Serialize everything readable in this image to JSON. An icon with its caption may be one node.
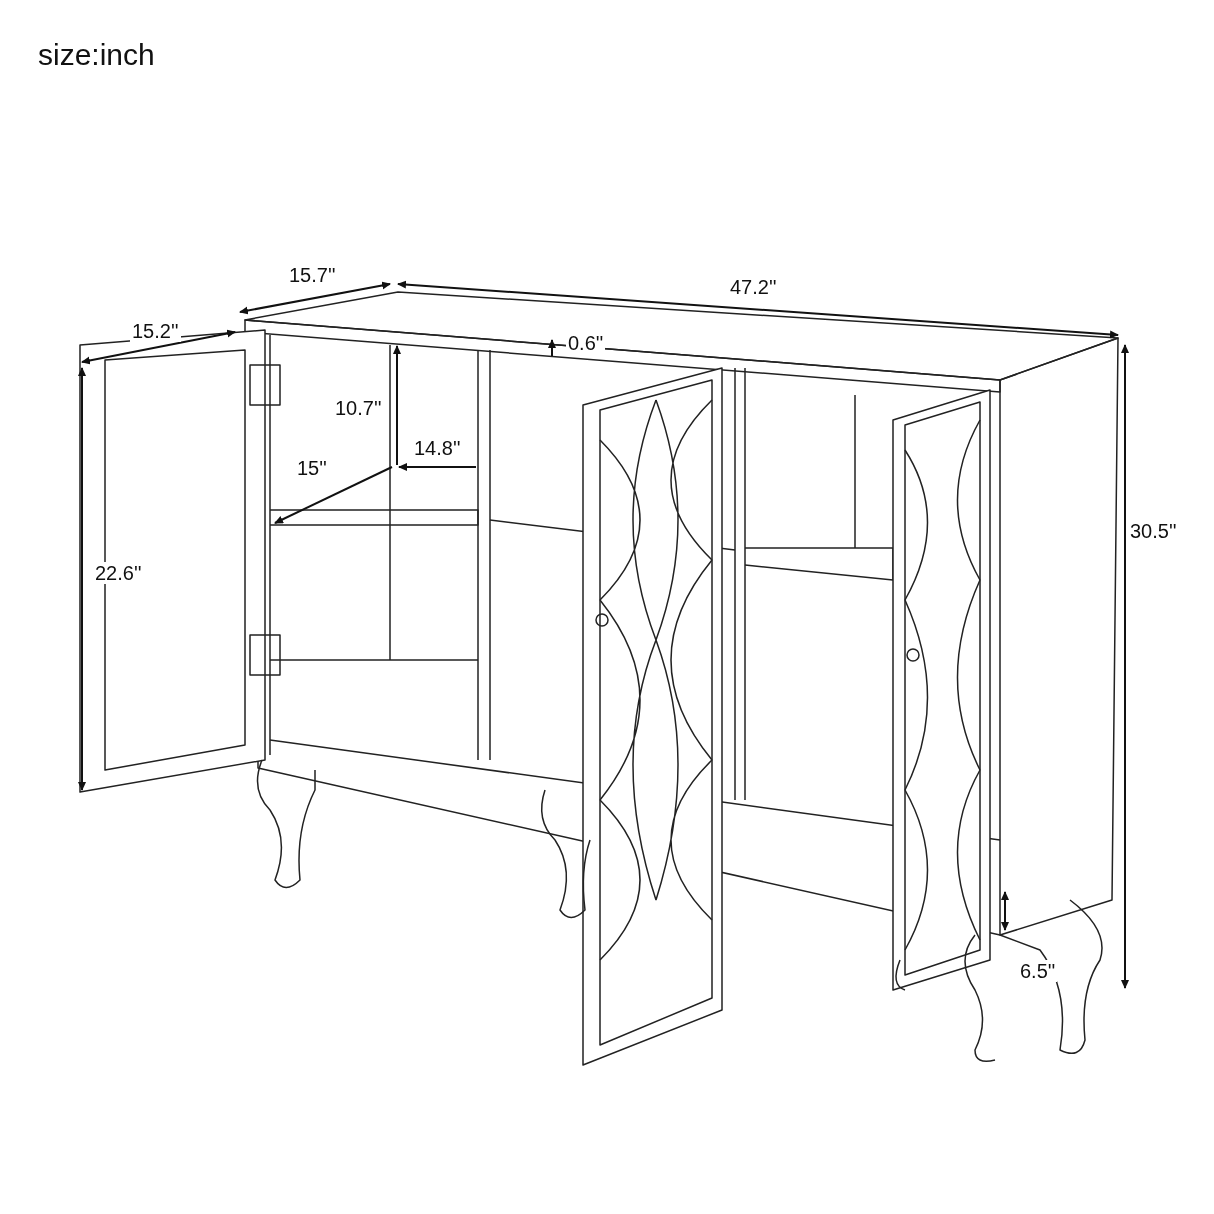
{
  "diagram": {
    "title": "size:inch",
    "labels": [
      "15.7''",
      "47.2''",
      "15.2''",
      "0.6''",
      "10.7''",
      "14.8''",
      "15''",
      "22.6''",
      "30.5''",
      "6.5''"
    ]
  }
}
